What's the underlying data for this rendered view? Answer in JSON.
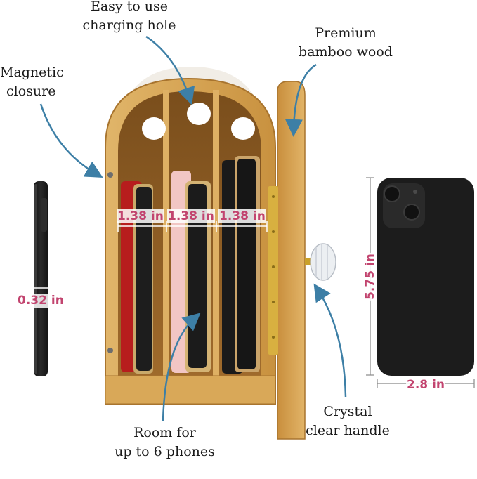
{
  "callouts": {
    "charging_hole": [
      "Easy to use",
      "charging hole"
    ],
    "bamboo": [
      "Premium",
      "bamboo wood"
    ],
    "magnetic": [
      "Magnetic",
      "closure"
    ],
    "room": [
      "Room for",
      "up to 6 phones"
    ],
    "handle": [
      "Crystal",
      "clear handle"
    ]
  },
  "dimensions": {
    "slot_width": [
      "1.38 in",
      "1.38 in",
      "1.38 in"
    ],
    "phone_thickness": "0.32 in",
    "phone_height": "5.75 in",
    "phone_width": "2.8 in"
  },
  "colors": {
    "arrow": "#3d7fa6",
    "dimension_text": "#c2446f",
    "bamboo": "#d9a85a",
    "bamboo_dark": "#b07a32",
    "phone": "#1b1b1b"
  }
}
